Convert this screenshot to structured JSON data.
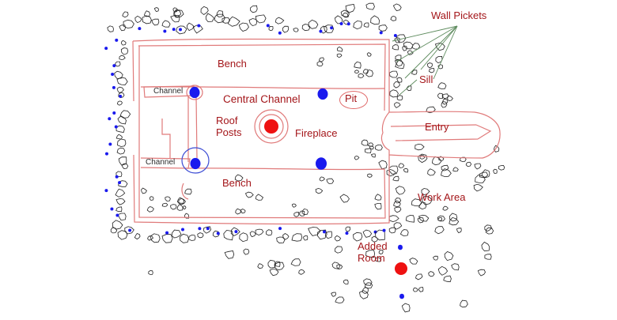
{
  "labels": {
    "wall_pickets": "Wall Pickets",
    "sill": "Sill",
    "bench_top": "Bench",
    "channel_top": "Channel",
    "central_channel": "Central Channel",
    "pit": "Pit",
    "roof_posts_line1": "Roof",
    "roof_posts_line2": "Posts",
    "fireplace": "Fireplace",
    "entry": "Entry",
    "channel_left": "Channel",
    "bench_bottom": "Bench",
    "work_area": "Work Area",
    "added_room_line1": "Added",
    "added_room_line2": "Room"
  },
  "colors": {
    "outline": "#e07a7a",
    "label": "#a4161a",
    "post": "#1a1aee",
    "fire": "#ee1111",
    "stone": "#222222",
    "leader": "#5c8a5c"
  }
}
